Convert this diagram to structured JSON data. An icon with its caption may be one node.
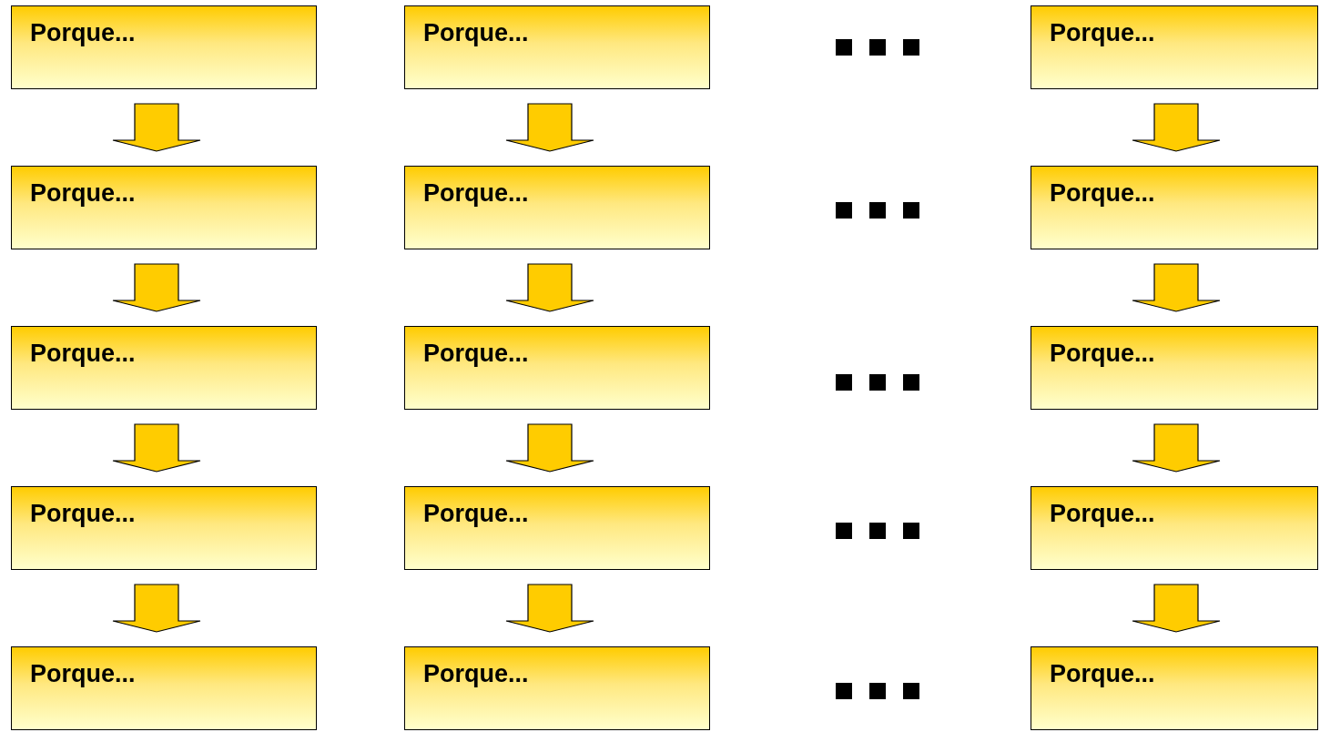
{
  "diagram": {
    "nodes": [
      {
        "text": [
          "Porque..."
        ]
      },
      {
        "text": [
          "Porque..."
        ]
      },
      {
        "text": [
          "Porque..."
        ]
      },
      {
        "text": [
          "Porque..."
        ]
      },
      {
        "text": [
          "Porque..."
        ]
      },
      {
        "text": [
          "Porque..."
        ]
      },
      {
        "text": [
          "Porque..."
        ]
      },
      {
        "text": [
          "Porque..."
        ]
      },
      {
        "text": [
          "Porque..."
        ]
      },
      {
        "text": [
          "Porque..."
        ]
      },
      {
        "text": [
          "Porque..."
        ]
      },
      {
        "text": [
          "Porque..."
        ]
      },
      {
        "text": [
          "Porque..."
        ]
      },
      {
        "text": [
          "Porque..."
        ]
      },
      {
        "text": [
          "Porque..."
        ]
      }
    ],
    "edges": [
      {
        "from": 0,
        "to": 3,
        "arrow": "to"
      },
      {
        "from": 1,
        "to": 4,
        "arrow": "to"
      },
      {
        "from": 2,
        "to": 5,
        "arrow": "to"
      },
      {
        "from": 3,
        "to": 6,
        "arrow": "to"
      },
      {
        "from": 4,
        "to": 7,
        "arrow": "to"
      },
      {
        "from": 5,
        "to": 8,
        "arrow": "to"
      },
      {
        "from": 6,
        "to": 9,
        "arrow": "to"
      },
      {
        "from": 7,
        "to": 10,
        "arrow": "to"
      },
      {
        "from": 8,
        "to": 11,
        "arrow": "to"
      },
      {
        "from": 9,
        "to": 12,
        "arrow": "to"
      },
      {
        "from": 10,
        "to": 13,
        "arrow": "to"
      },
      {
        "from": 11,
        "to": 14,
        "arrow": "to"
      }
    ]
  }
}
